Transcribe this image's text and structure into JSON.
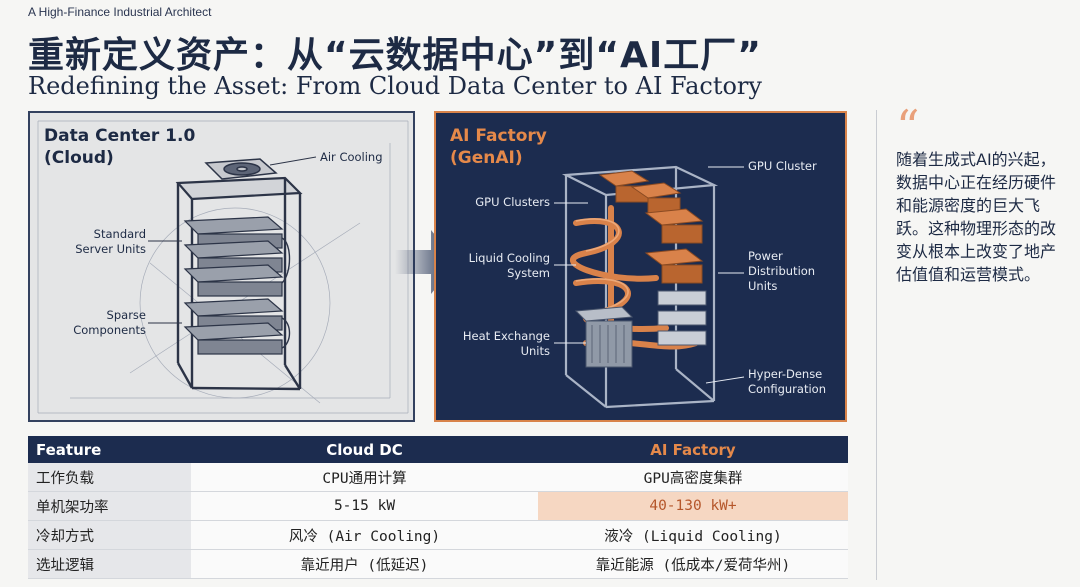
{
  "byline": "A High-Finance Industrial Architect",
  "title_cn": "重新定义资产：从“云数据中心”到“AI工厂”",
  "title_en": "Redefining the Asset: From Cloud Data Center to AI Factory",
  "left_panel": {
    "title": "Data Center 1.0",
    "subtitle": "(Cloud)",
    "labels": {
      "air_cooling": "Air Cooling",
      "standard_server_1": "Standard",
      "standard_server_2": "Server Units",
      "sparse_1": "Sparse",
      "sparse_2": "Components"
    }
  },
  "right_panel": {
    "title": "AI Factory",
    "subtitle": "(GenAI)",
    "labels": {
      "gpu_cluster": "GPU Cluster",
      "gpu_clusters": "GPU Clusters",
      "liquid_1": "Liquid Cooling",
      "liquid_2": "System",
      "power_1": "Power",
      "power_2": "Distribution",
      "power_3": "Units",
      "heat_1": "Heat Exchange",
      "heat_2": "Units",
      "hyper_1": "Hyper-Dense",
      "hyper_2": "Configuration"
    }
  },
  "sidebar": {
    "quote_mark": "“",
    "text": "随着生成式AI的兴起，数据中心正在经历硬件和能源密度的巨大飞跃。这种物理形态的改变从根本上改变了地产估值值和运营模式。"
  },
  "table": {
    "headers": [
      "Feature",
      "Cloud DC",
      "AI Factory"
    ],
    "rows": [
      [
        "工作负载",
        "CPU通用计算",
        "GPU高密度集群"
      ],
      [
        "单机架功率",
        "5-15 kW",
        "40-130 kW+"
      ],
      [
        "冷却方式",
        "风冷 (Air Cooling)",
        "液冷 (Liquid Cooling)"
      ],
      [
        "选址逻辑",
        "靠近用户 (低延迟)",
        "靠近能源 (低成本/爱荷华州)"
      ]
    ]
  },
  "colors": {
    "navy": "#1c2c4f",
    "accent_orange": "#e5894a",
    "highlight_cell": "#f6d7c2"
  }
}
